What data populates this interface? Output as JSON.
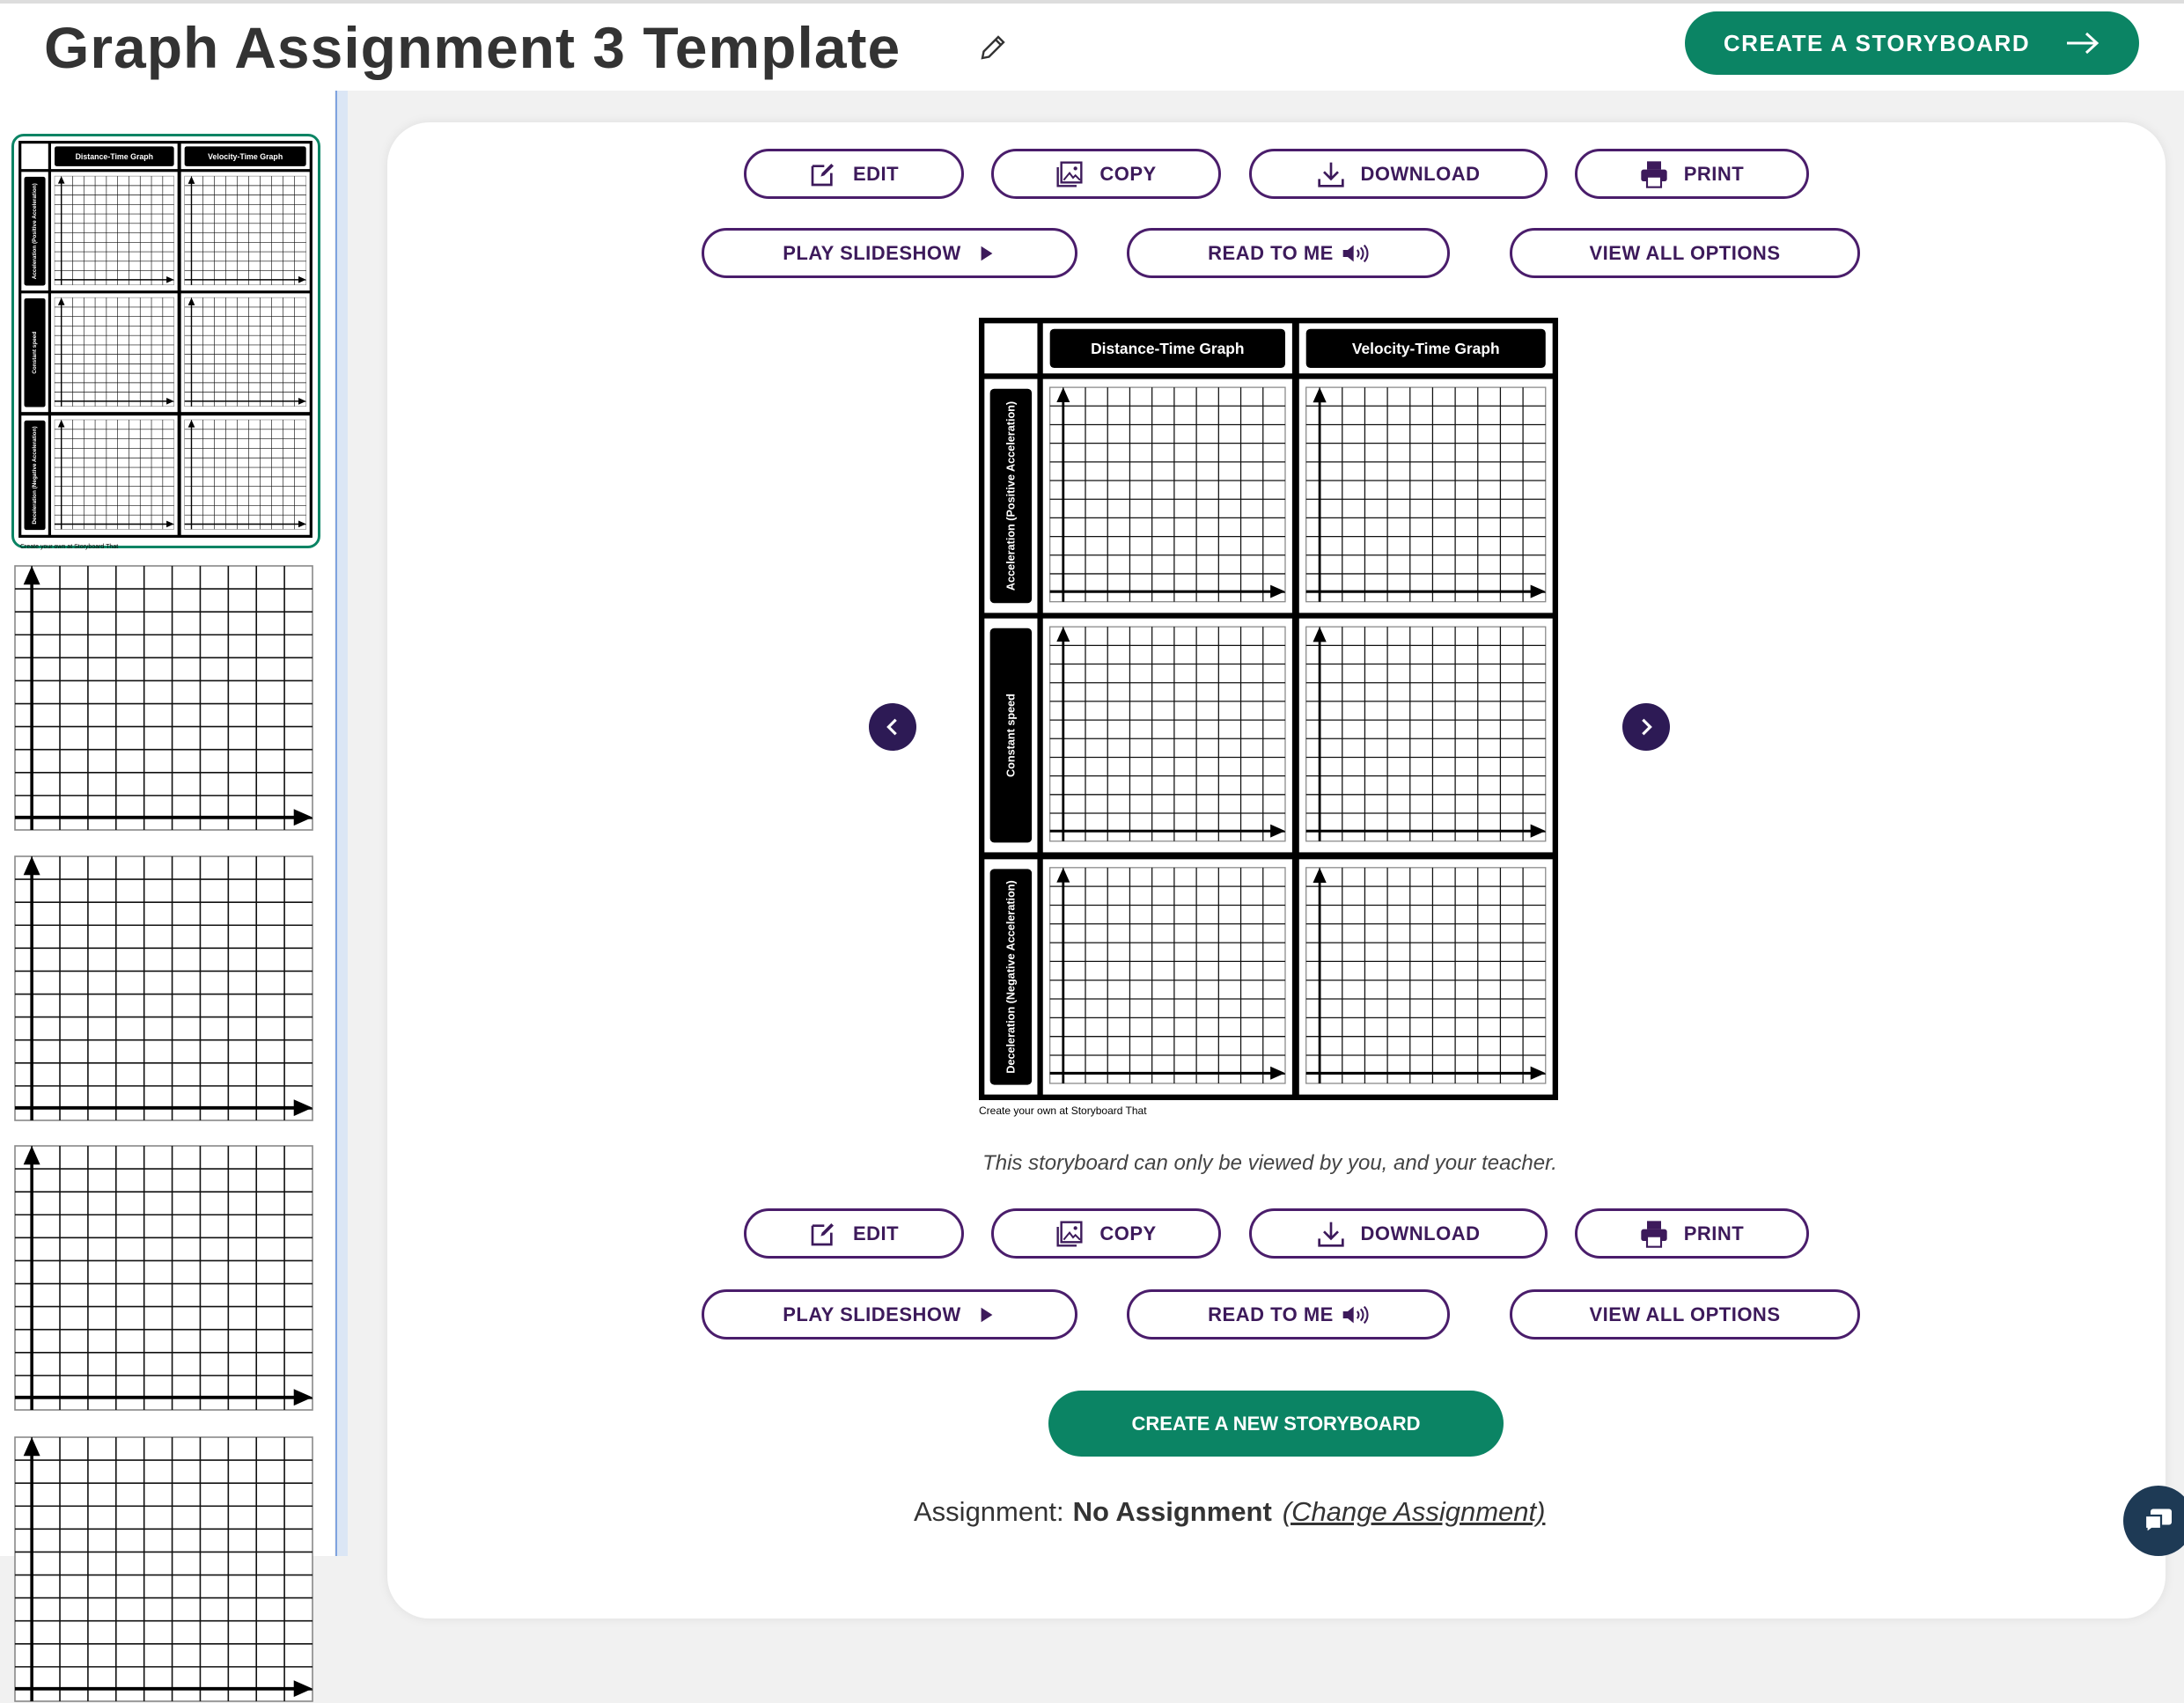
{
  "header": {
    "title": "Graph Assignment 3 Template",
    "create_label": "CREATE A STORYBOARD"
  },
  "actions": {
    "edit": "EDIT",
    "copy": "COPY",
    "download": "DOWNLOAD",
    "print": "PRINT",
    "play_slideshow": "PLAY SLIDESHOW",
    "read_to_me": "READ TO ME",
    "view_all_options": "VIEW ALL OPTIONS"
  },
  "storyboard": {
    "columns": [
      "Distance-Time Graph",
      "Velocity-Time Graph"
    ],
    "rows": [
      "Acceleration (Positive Acceleration)",
      "Constant speed",
      "Deceleration (Negative Acceleration)"
    ],
    "caption": "Create your own at Storyboard That"
  },
  "privacy_note": "This storyboard can only be viewed by you, and your teacher.",
  "create_new_label": "CREATE A NEW STORYBOARD",
  "assignment": {
    "label": "Assignment:",
    "value": "No Assignment",
    "change": "(Change Assignment)"
  },
  "colors": {
    "brand_green": "#0b8464",
    "button_purple": "#4a1d6b",
    "nav_circle": "#2d1a55",
    "chat": "#1e3a55"
  }
}
